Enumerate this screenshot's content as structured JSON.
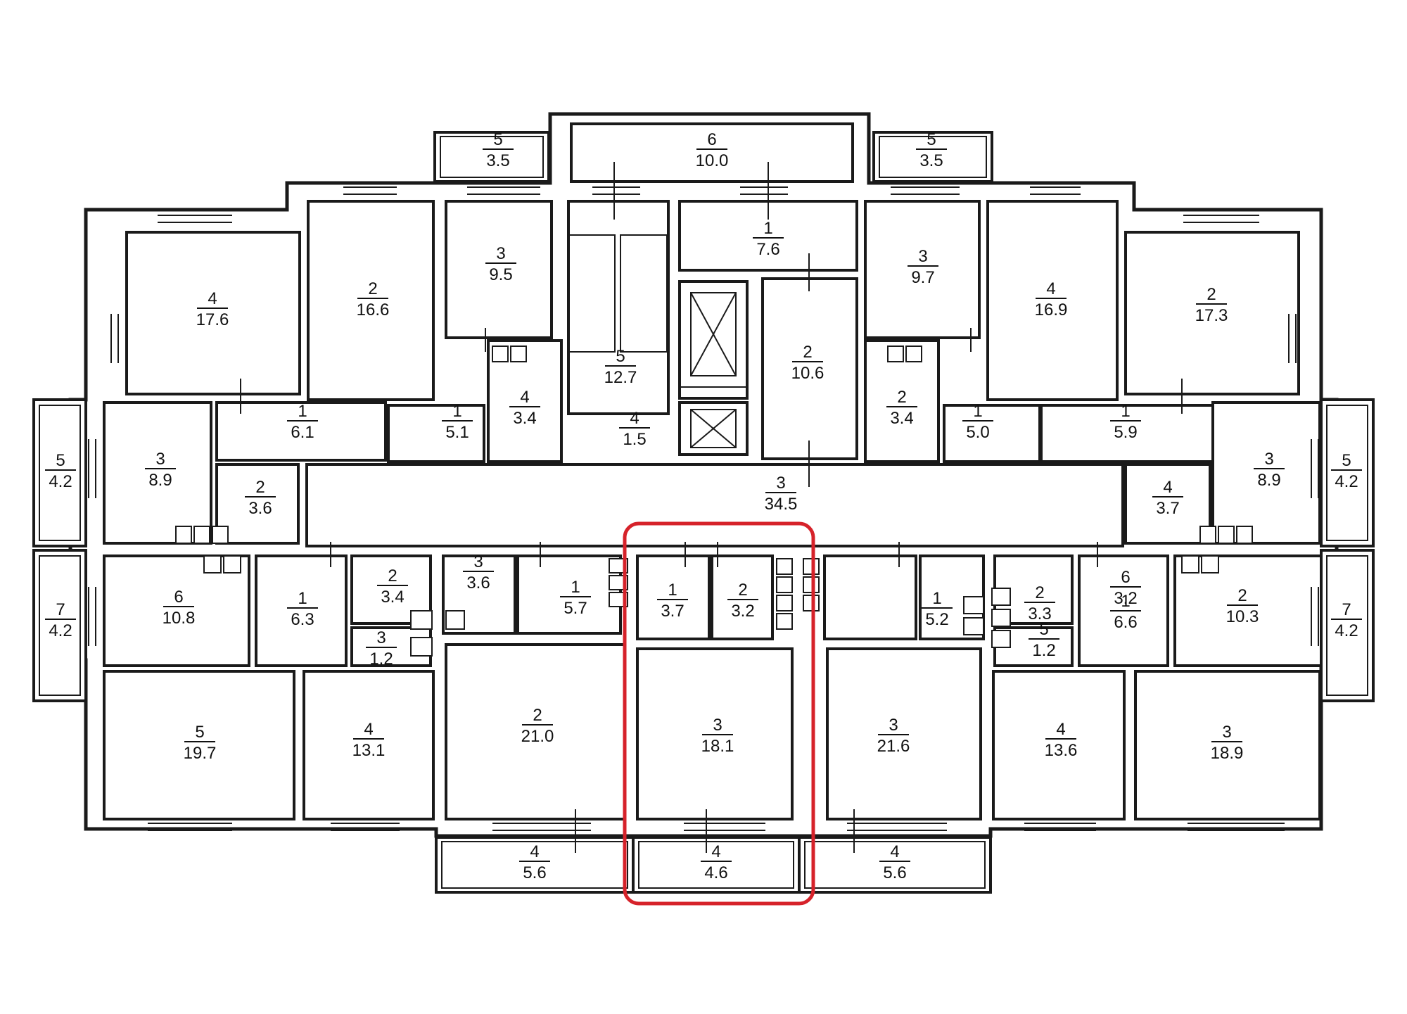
{
  "rooms": [
    {
      "num": "5",
      "area": "3.5"
    },
    {
      "num": "6",
      "area": "10.0"
    },
    {
      "num": "5",
      "area": "3.5"
    },
    {
      "num": "4",
      "area": "17.6"
    },
    {
      "num": "2",
      "area": "16.6"
    },
    {
      "num": "3",
      "area": "9.5"
    },
    {
      "num": "1",
      "area": "7.6"
    },
    {
      "num": "3",
      "area": "9.7"
    },
    {
      "num": "4",
      "area": "16.9"
    },
    {
      "num": "2",
      "area": "17.3"
    },
    {
      "num": "5",
      "area": "12.7"
    },
    {
      "num": "2",
      "area": "10.6"
    },
    {
      "num": "4",
      "area": "3.4"
    },
    {
      "num": "2",
      "area": "3.4"
    },
    {
      "num": "1",
      "area": "6.1"
    },
    {
      "num": "1",
      "area": "5.1"
    },
    {
      "num": "4",
      "area": "1.5"
    },
    {
      "num": "1",
      "area": "5.0"
    },
    {
      "num": "1",
      "area": "5.9"
    },
    {
      "num": "5",
      "area": "4.2"
    },
    {
      "num": "3",
      "area": "8.9"
    },
    {
      "num": "2",
      "area": "3.6"
    },
    {
      "num": "3",
      "area": "34.5"
    },
    {
      "num": "4",
      "area": "3.7"
    },
    {
      "num": "3",
      "area": "8.9"
    },
    {
      "num": "5",
      "area": "4.2"
    },
    {
      "num": "7",
      "area": "4.2"
    },
    {
      "num": "6",
      "area": "10.8"
    },
    {
      "num": "1",
      "area": "6.3"
    },
    {
      "num": "2",
      "area": "3.4"
    },
    {
      "num": "3",
      "area": "1.2"
    },
    {
      "num": "3",
      "area": "3.6"
    },
    {
      "num": "1",
      "area": "5.7"
    },
    {
      "num": "1",
      "area": "3.7"
    },
    {
      "num": "2",
      "area": "3.2"
    },
    {
      "num": "1",
      "area": "5.2"
    },
    {
      "num": "2",
      "area": "3.3"
    },
    {
      "num": "6",
      "area": "3.2"
    },
    {
      "num": "5",
      "area": "1.2"
    },
    {
      "num": "1",
      "area": "6.6"
    },
    {
      "num": "2",
      "area": "10.3"
    },
    {
      "num": "7",
      "area": "4.2"
    },
    {
      "num": "5",
      "area": "19.7"
    },
    {
      "num": "4",
      "area": "13.1"
    },
    {
      "num": "2",
      "area": "21.0"
    },
    {
      "num": "3",
      "area": "18.1"
    },
    {
      "num": "3",
      "area": "21.6"
    },
    {
      "num": "4",
      "area": "13.6"
    },
    {
      "num": "3",
      "area": "18.9"
    },
    {
      "num": "4",
      "area": "5.6"
    },
    {
      "num": "4",
      "area": "4.6"
    },
    {
      "num": "4",
      "area": "5.6"
    }
  ],
  "colors": {
    "highlight": "#d6222a",
    "line": "#1a1a1a"
  }
}
